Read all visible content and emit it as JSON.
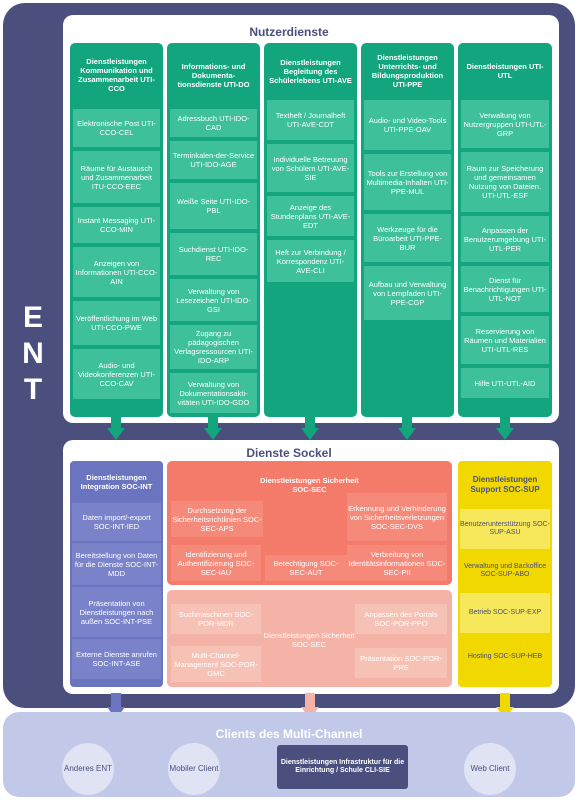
{
  "ent_label": [
    "E",
    "N",
    "T"
  ],
  "nutzerdienste": {
    "title": "Nutzerdienste",
    "columns": [
      {
        "head": "Dienstleistungen Kommunikation und Zusammenarbeit UTI-CCO",
        "items": [
          "Elektronische Post UTI-CCO-CEL",
          "Räume für Austausch und Zusammenarbeit ITU-CCO-EEC",
          "Instant Messaging UTI-CCO-MIN",
          "Anzeigen von Informationen UTI-CCO-AIN",
          "Veröffentlichung im Web UTI-CCO-PWE",
          "Audio- und Videokonferenzen UTI-CCO-CAV"
        ]
      },
      {
        "head": "Informations- und Dokumenta-tionsdienste UTI-DO",
        "items": [
          "Adressbuch UTI-IDO-CAD",
          "Terminkalen-der-Service UTI-IDO-AGE",
          "Weiße Seite UTI-IDO-PBL",
          "Suchdienst UTI-IDO-REC",
          "Verwaltung von Lesezeichen UTI-IDO-GSI",
          "Zugang zu pädagogischen Verlagsressourcen UTI-IDO-ARP",
          "Verwaltung von Dokumentationsakti-vitäten UTI-IDO-GDO"
        ]
      },
      {
        "head": "Dienstleistungen Begleitung des Schülerlebens UTI-AVE",
        "items": [
          "Textheft / Journalheft UTI-AVE-CDT",
          "Individuelle Betreuung von Schülern UTI-AVE-SIE",
          "Anzeige des Stundenplans UTI-AVE-EDT",
          "Heft zur Verbindung / Korrespondenz UTI-AVE-CLI"
        ]
      },
      {
        "head": "Dienstleistungen Unterrichts- und Bildungsproduktion UTI-PPE",
        "items": [
          "Audio- und Video-Tools UTI-PPE-OAV",
          "Tools zur Erstellung von Multimedia-Inhalten UTI-PPE-MUL",
          "Werkzeuge für die Büroarbeit UTI-PPE-BUR",
          "Aufbau und Verwaltung von Lernpfaden UTI-PPE-CGP"
        ]
      },
      {
        "head": "Dienstleistungen UTI-UTL",
        "items": [
          "Verwaltung von Nutzergruppen UTI-UTL-GRP",
          "Raum zur Speicherung und gemeinsamen Nutzung von Dateien. UTI-UTL-ESF",
          "Anpassen der Benutzerumgebung UTI-UTL-PER",
          "Dienst für Benachrichtigungen UTI-UTL-NOT",
          "Reservierung von Räumen und Materialien UTI-UTL-RES",
          "Hilfe UTI-UTL-AID"
        ]
      }
    ]
  },
  "sockel": {
    "title": "Dienste Sockel",
    "integration": {
      "head": "Dienstleistungen Integration SOC-INT",
      "items": [
        "Daten import/-export SOC-INT-IED",
        "Bereitstellung von Daten für die Dienste SOC-INT-MDD",
        "Präsentation von Dienstleistungen nach außen SOC-INT-PSE",
        "Externe Dienste anrufen SOC-INT-ASE"
      ]
    },
    "security": {
      "head": "Dienstleistungen Sicherheit SOC-SEC",
      "items": [
        "Durchsetzung der Sicherheitsrichtlinien SOC-SEC-APS",
        "Erkennung und Verhinderung von Sicherheitsverletzungen SOC-SEC-DVS",
        "Identifizierung und Authentifizierung SOC-SEC-IAU",
        "Berechtigung SOC-SEC-AUT",
        "Verbreitung von Identitätsinformationen SOC-SEC-PII"
      ]
    },
    "portal": {
      "head": "Dienstleistungen Sicherheit SOC-SEC",
      "items": [
        "Suchmaschinen SOC-POR-MDR",
        "Anpassen des Portals SOC-POR-PPO",
        "Multi-Channel-Management SOC-POR-GMC",
        "Präsentation SOC-POR-PRE"
      ]
    },
    "support": {
      "head": "Dienstleistungen Support SOC-SUP",
      "items": [
        "Benutzerunterstützung SOC-SUP-ASU",
        "Verwaltung und Backoffice SOC-SUP-ABO",
        "Betrieb SOC-SUP-EXP",
        "Hosting SOC-SUP-HEB"
      ]
    }
  },
  "clients": {
    "title": "Clients des Multi-Channel",
    "items": [
      "Anderes ENT",
      "Mobiler Client",
      "Dienstleistungen Infrastruktur für die Einrichtung / Schule CLI-SIE",
      "Web Client"
    ]
  },
  "colors": {
    "frame": "#4a4f7e",
    "green": "#12a57e",
    "green_light": "#3ec09a",
    "blue": "#6a74bf",
    "salmon_dark": "#f47a6a",
    "salmon_light": "#f4b3a6",
    "yellow": "#f0d800",
    "clients_bg": "#c2c9e8"
  }
}
